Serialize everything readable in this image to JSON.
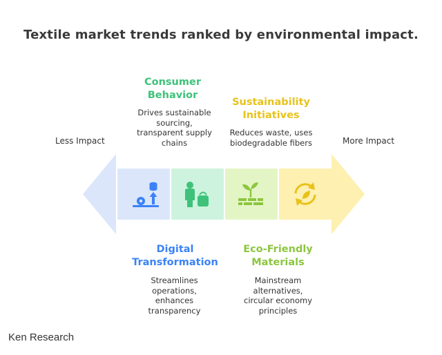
{
  "title": "Textile market trends ranked by environmental impact.",
  "scale": {
    "less_label": "Less Impact",
    "more_label": "More Impact"
  },
  "trends": [
    {
      "heading_line1": "Consumer",
      "heading_line2": "Behavior",
      "desc_lines": [
        "Drives sustainable",
        "sourcing,",
        "transparent supply",
        "chains"
      ],
      "color": "#3ec27a",
      "icon": "person-with-bag-icon"
    },
    {
      "heading_line1": "Sustainability",
      "heading_line2": "Initiatives",
      "desc_lines": [
        "Reduces waste, uses",
        "biodegradable fibers"
      ],
      "color": "#e8c21a",
      "icon": "recycle-leaf-icon"
    },
    {
      "heading_line1": "Digital",
      "heading_line2": "Transformation",
      "desc_lines": [
        "Streamlines",
        "operations,",
        "enhances",
        "transparency"
      ],
      "color": "#3b82f6",
      "icon": "data-gear-icon"
    },
    {
      "heading_line1": "Eco-Friendly",
      "heading_line2": "Materials",
      "desc_lines": [
        "Mainstream",
        "alternatives,",
        "circular economy",
        "principles"
      ],
      "color": "#8cc63f",
      "icon": "sprout-brick-icon"
    }
  ],
  "footer": "Ken Research"
}
